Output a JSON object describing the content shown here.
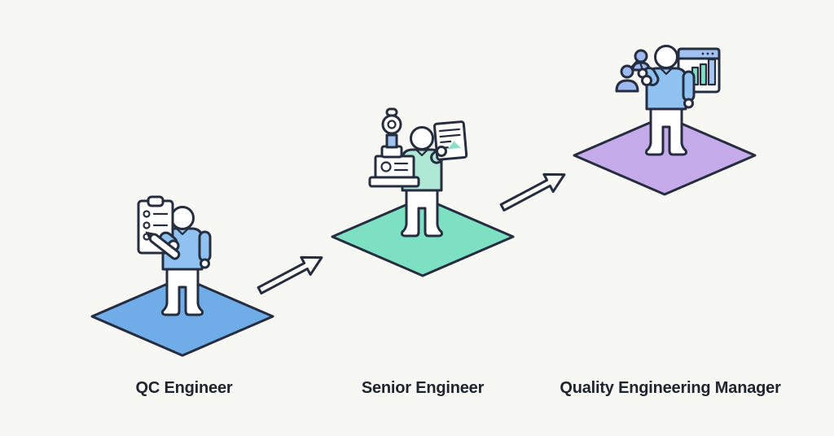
{
  "diagram": {
    "type": "career-progression",
    "stages": [
      {
        "label": "QC Engineer",
        "platform_color": "#6face8",
        "shirt_color": "#8fc2f0",
        "icons": [
          "clipboard-checklist-icon",
          "pen-icon"
        ]
      },
      {
        "label": "Senior Engineer",
        "platform_color": "#7ee0c3",
        "shirt_color": "#afe8d5",
        "icons": [
          "microscope-analyzer-icon",
          "report-document-icon"
        ]
      },
      {
        "label": "Quality Engineering Manager",
        "platform_color": "#c5abea",
        "shirt_color": "#8fc2f0",
        "icons": [
          "team-network-icon",
          "analytics-window-icon",
          "bar-chart-icon"
        ]
      }
    ],
    "arrow_count": 2
  },
  "colors": {
    "background": "#f7f7f4",
    "outline": "#262d3f",
    "label_text": "#20242e",
    "accent_periwinkle": "#9fc2f0",
    "accent_teal": "#7ee0c3",
    "mini_figure_blue": "#9dbaf0"
  }
}
